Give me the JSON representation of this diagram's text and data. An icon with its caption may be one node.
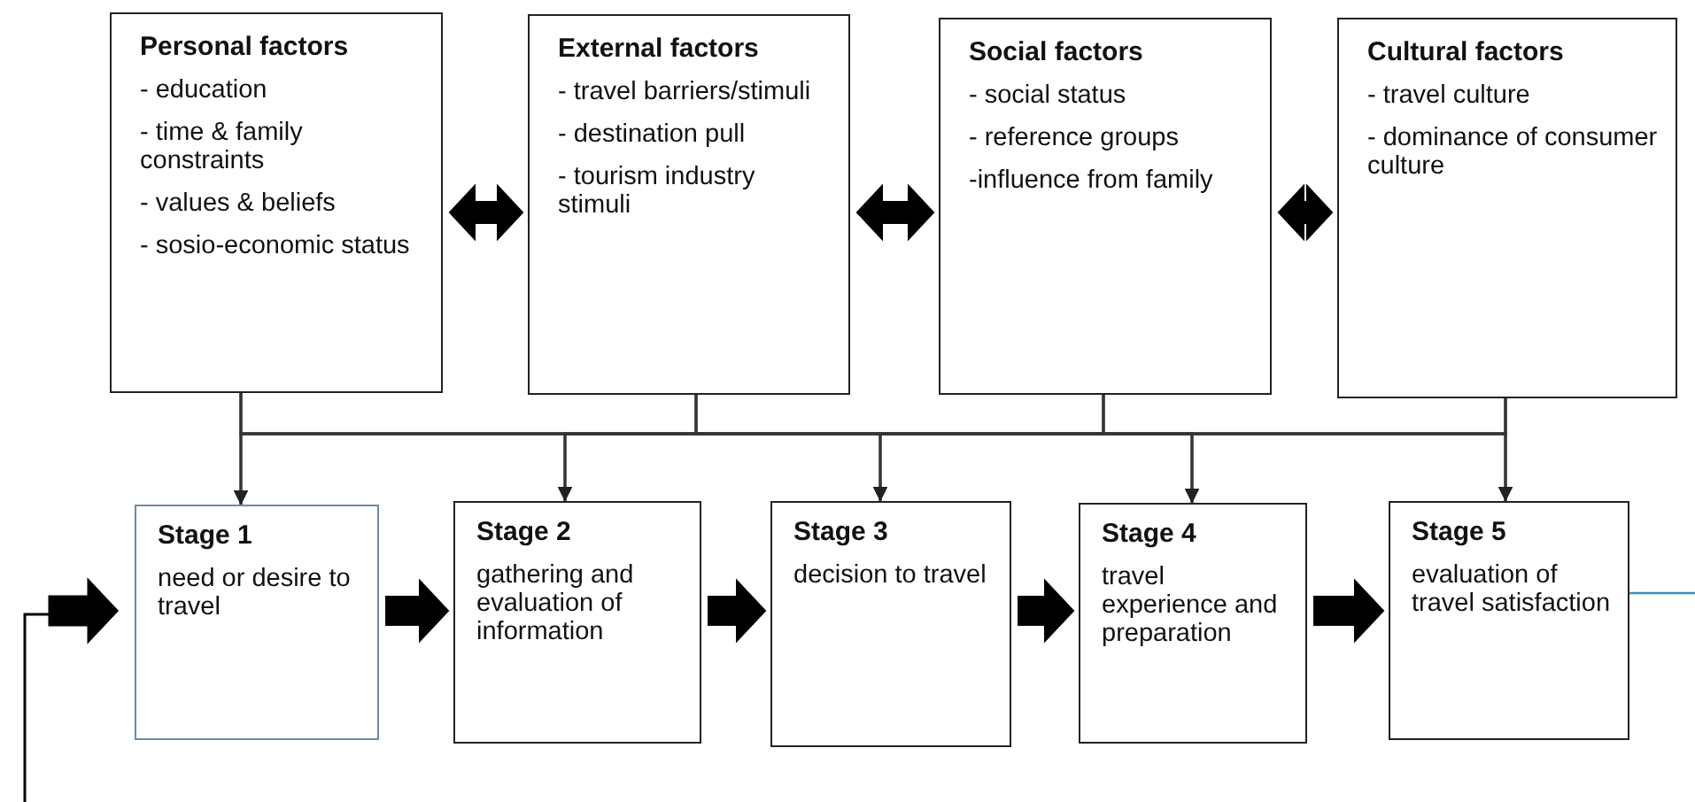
{
  "diagram": {
    "nodes": [
      {
        "text": [
          "Personal factors",
          "- education",
          "- time & family constraints",
          "- values & beliefs",
          "- sosio-economic status"
        ]
      },
      {
        "text": [
          "External factors",
          "- travel barriers/stimuli",
          "- destination pull",
          "- tourism industry stimuli"
        ]
      },
      {
        "text": [
          "Social factors",
          "- social status",
          "- reference groups",
          "-influence from family"
        ]
      },
      {
        "text": [
          "Cultural factors",
          "- travel culture",
          "- dominance of consumer culture"
        ]
      },
      {
        "text": [
          "Stage 1",
          "need or desire to travel"
        ]
      },
      {
        "text": [
          "Stage 2",
          "gathering and evaluation of information"
        ]
      },
      {
        "text": [
          "Stage 3",
          "decision to travel"
        ]
      },
      {
        "text": [
          "Stage 4",
          "travel experience and preparation"
        ]
      },
      {
        "text": [
          "Stage 5",
          "evaluation of travel satisfaction"
        ]
      }
    ],
    "edges": [
      {
        "from": 0,
        "to": 1,
        "arrow": "both",
        "style": "thick"
      },
      {
        "from": 1,
        "to": 2,
        "arrow": "both",
        "style": "thick"
      },
      {
        "from": 2,
        "to": 3,
        "arrow": "both",
        "style": "thick"
      },
      {
        "from": 4,
        "to": 5,
        "arrow": "to",
        "style": "thick"
      },
      {
        "from": 5,
        "to": 6,
        "arrow": "to",
        "style": "thick"
      },
      {
        "from": 6,
        "to": 7,
        "arrow": "to",
        "style": "thick"
      },
      {
        "from": 7,
        "to": 8,
        "arrow": "to",
        "style": "thick"
      },
      {
        "from": 0,
        "to": 4,
        "arrow": "to"
      },
      {
        "from": 0,
        "to": 5,
        "arrow": "to"
      },
      {
        "from": 0,
        "to": 6,
        "arrow": "to"
      },
      {
        "from": 0,
        "to": 7,
        "arrow": "to"
      },
      {
        "from": 0,
        "to": 8,
        "arrow": "to"
      },
      {
        "from": 1,
        "to": 4,
        "arrow": "to"
      },
      {
        "from": 1,
        "to": 5,
        "arrow": "to"
      },
      {
        "from": 1,
        "to": 6,
        "arrow": "to"
      },
      {
        "from": 1,
        "to": 7,
        "arrow": "to"
      },
      {
        "from": 1,
        "to": 8,
        "arrow": "to"
      },
      {
        "from": 2,
        "to": 4,
        "arrow": "to"
      },
      {
        "from": 2,
        "to": 5,
        "arrow": "to"
      },
      {
        "from": 2,
        "to": 6,
        "arrow": "to"
      },
      {
        "from": 2,
        "to": 7,
        "arrow": "to"
      },
      {
        "from": 2,
        "to": 8,
        "arrow": "to"
      },
      {
        "from": 3,
        "to": 4,
        "arrow": "to"
      },
      {
        "from": 3,
        "to": 5,
        "arrow": "to"
      },
      {
        "from": 3,
        "to": 6,
        "arrow": "to"
      },
      {
        "from": 3,
        "to": 7,
        "arrow": "to"
      },
      {
        "from": 3,
        "to": 8,
        "arrow": "to"
      },
      {
        "from": 8,
        "to": null,
        "arrow": "none",
        "color": "#3b8fb5"
      },
      {
        "from": null,
        "to": 4,
        "arrow": "to",
        "style": "thick"
      }
    ]
  }
}
